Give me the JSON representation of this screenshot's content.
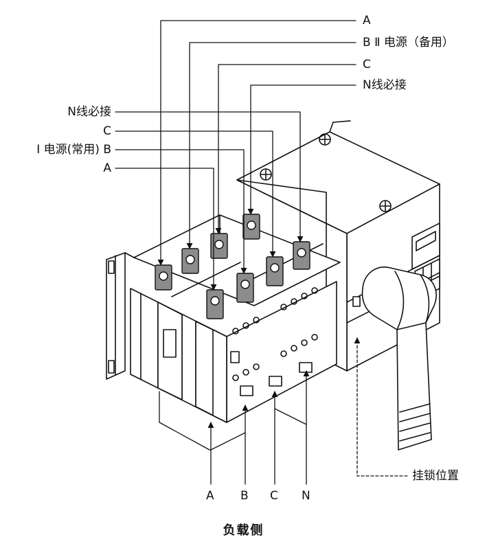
{
  "labels": {
    "top_a": "A",
    "top_b": "B Ⅱ 电源（备用）",
    "top_c": "C",
    "top_n": "N线必接",
    "left_n": "N线必接",
    "left_c": "C",
    "left_b": "Ⅰ 电源(常用)  B",
    "left_a": "A",
    "lock": "挂锁位置",
    "bottom_a": "A",
    "bottom_b": "B",
    "bottom_c": "C",
    "bottom_n": "N"
  },
  "caption": "负载侧"
}
